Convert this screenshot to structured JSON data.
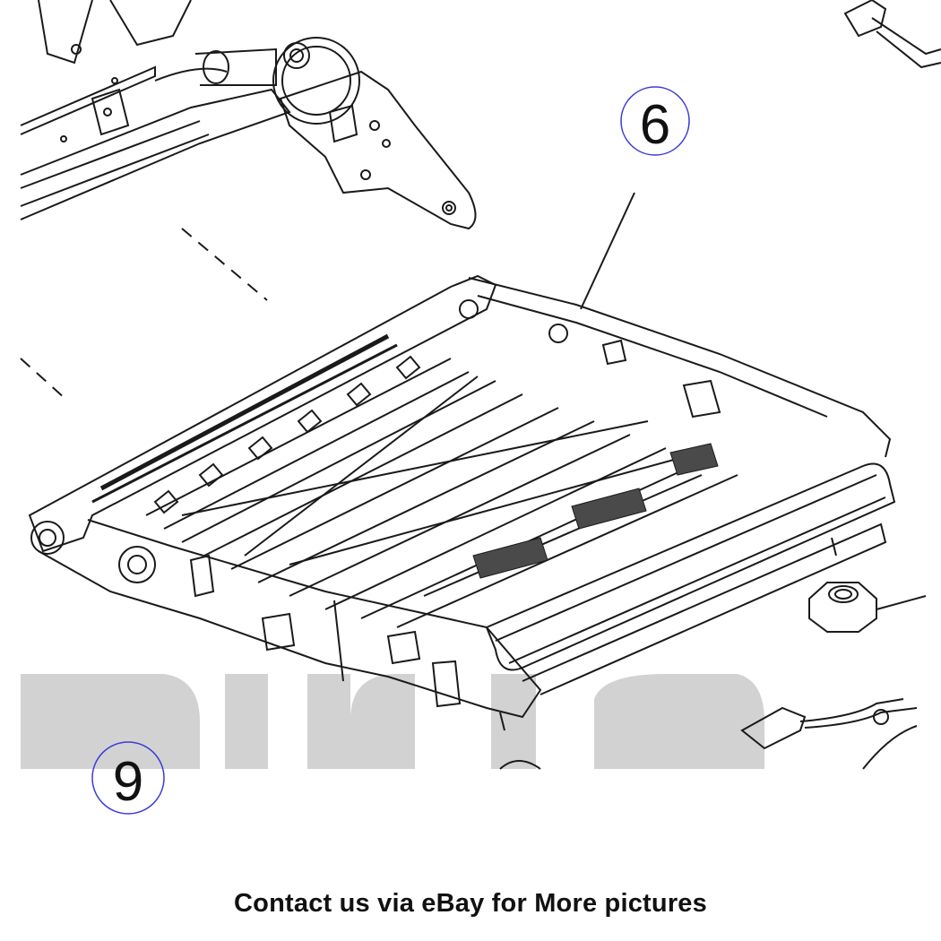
{
  "diagram": {
    "callouts": [
      {
        "label": "6"
      },
      {
        "label": "9"
      }
    ],
    "watermark_color": "#d2d2d2",
    "callout_ring_color": "#3a3ad8",
    "line_color": "#1a1a1a"
  },
  "footer": {
    "caption": "Contact us via eBay for More pictures"
  }
}
